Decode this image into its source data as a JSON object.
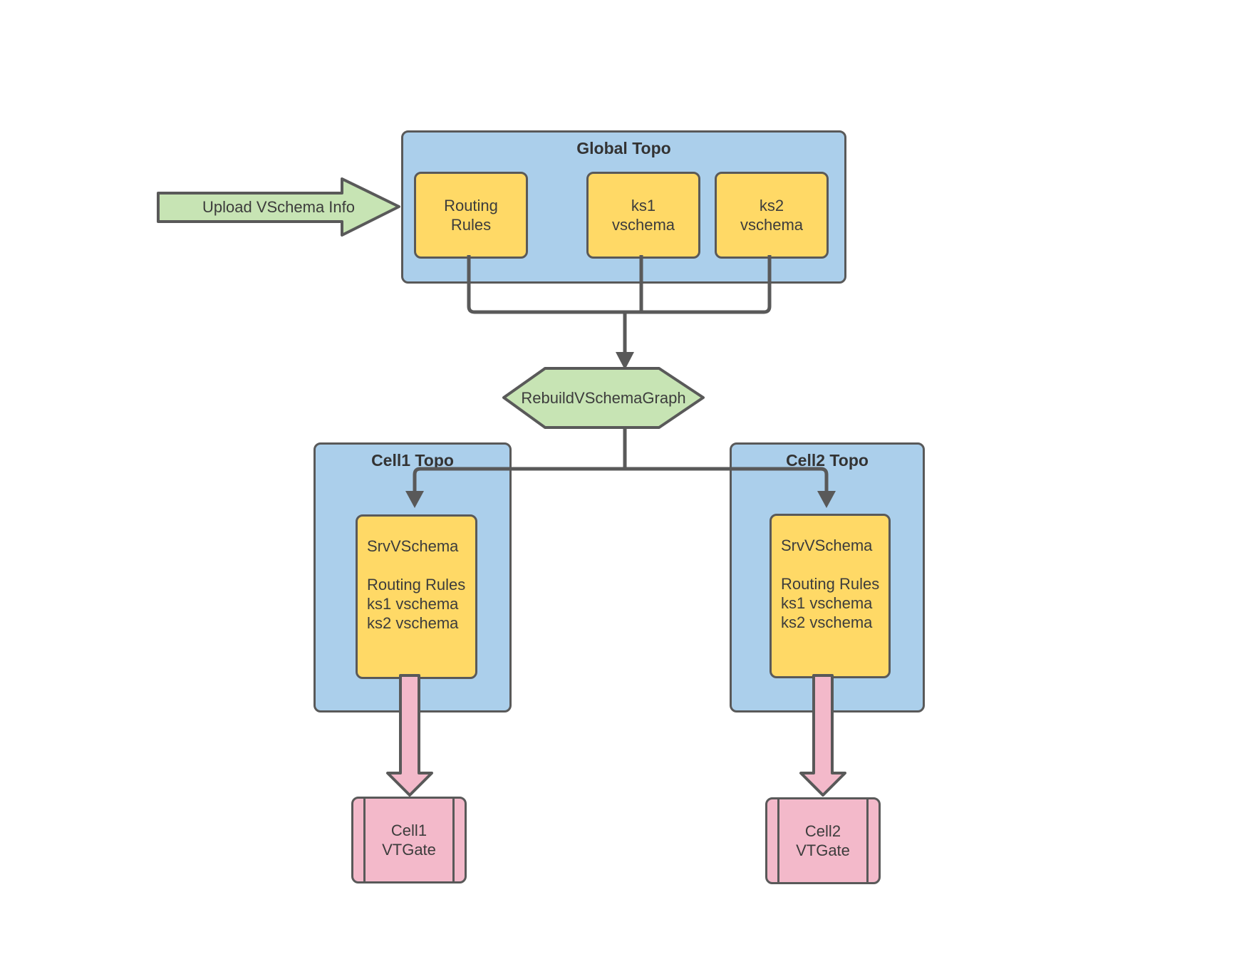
{
  "colors": {
    "container_blue": "#ABCFEB",
    "box_yellow": "#FFD966",
    "shape_green": "#C7E4B4",
    "shape_pink": "#F3B9CA",
    "line_gray": "#595959",
    "text_dark": "#3C3C3C"
  },
  "upload_arrow": {
    "label": "Upload VSchema Info"
  },
  "global_topo": {
    "title": "Global Topo",
    "boxes": [
      {
        "label": "Routing\nRules"
      },
      {
        "label": "ks1\nvschema"
      },
      {
        "label": "ks2\nvschema"
      }
    ]
  },
  "rebuild_step": {
    "label": "RebuildVSchemaGraph"
  },
  "cells": [
    {
      "title": "Cell1 Topo",
      "srv_box": "SrvVSchema\n\nRouting Rules\nks1 vschema\nks2 vschema",
      "vtgate": "Cell1\nVTGate"
    },
    {
      "title": "Cell2 Topo",
      "srv_box": "SrvVSchema\n\nRouting Rules\nks1 vschema\nks2 vschema",
      "vtgate": "Cell2\nVTGate"
    }
  ]
}
